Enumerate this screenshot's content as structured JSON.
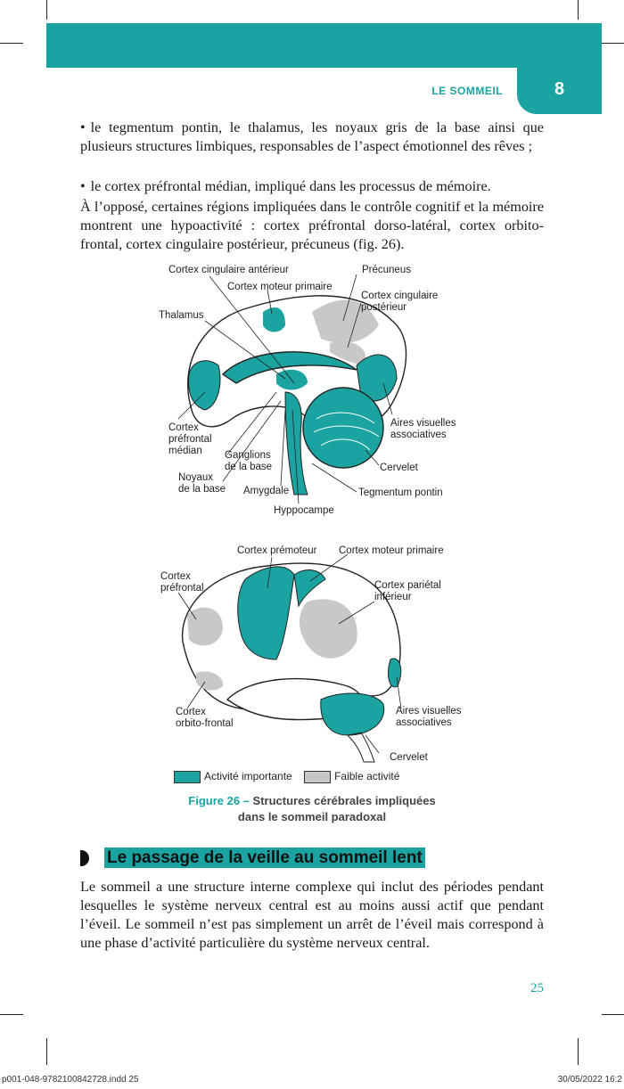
{
  "header": {
    "running_title": "LE SOMMEIL",
    "chapter_number": "8"
  },
  "body": {
    "bullet1": "le tegmentum pontin, le thalamus, les noyaux gris de la base ainsi que plusieurs structures limbiques, responsables de l’aspect émotionnel des rêves ;",
    "bullet2": "le cortex préfrontal médian, impliqué dans les processus de mémoire.",
    "paragraph1": "À l’opposé, certaines régions impliquées dans le contrôle cognitif et la mémoire montrent une hypoactivité : cortex préfrontal dorso-latéral, cortex orbito-frontal, cortex cingulaire postérieur, précuneus (fig. 26).",
    "bullet_symbol": "•"
  },
  "figure": {
    "medial_labels": {
      "cortex_cingulaire_anterieur": "Cortex cingulaire antérieur",
      "precuneus": "Précuneus",
      "cortex_moteur_primaire": "Cortex moteur primaire",
      "cortex_cingulaire_posterieur_1": "Cortex cingulaire",
      "cortex_cingulaire_posterieur_2": "postérieur",
      "thalamus": "Thalamus",
      "cortex_prefrontal_median_1": "Cortex",
      "cortex_prefrontal_median_2": "préfrontal",
      "cortex_prefrontal_median_3": "médian",
      "aires_visuelles_1": "Aires visuelles",
      "aires_visuelles_2": "associatives",
      "ganglions_1": "Ganglions",
      "ganglions_2": "de la base",
      "cervelet": "Cervelet",
      "noyaux_1": "Noyaux",
      "noyaux_2": "de la base",
      "amygdale": "Amygdale",
      "tegmentum": "Tegmentum pontin",
      "hyppocampe": "Hyppocampe"
    },
    "lateral_labels": {
      "cortex_premoteur": "Cortex prémoteur",
      "cortex_moteur_primaire": "Cortex moteur primaire",
      "cortex_prefrontal_1": "Cortex",
      "cortex_prefrontal_2": "préfrontal",
      "cortex_parietal_1": "Cortex pariétal",
      "cortex_parietal_2": "inférieur",
      "cortex_orbito_1": "Cortex",
      "cortex_orbito_2": "orbito-frontal",
      "aires_visuelles_1": "Aires visuelles",
      "aires_visuelles_2": "associatives",
      "cervelet": "Cervelet"
    },
    "legend": {
      "high": "Activité importante",
      "low": "Faible activité"
    },
    "caption_number": "Figure 26 –",
    "caption_line1": " Structures cérébrales impliquées",
    "caption_line2": "dans le sommeil paradoxal",
    "colors": {
      "high": "#1aa3a0",
      "low": "#c8c8c8",
      "outline": "#222222"
    }
  },
  "section": {
    "title": "Le passage de la veille au sommeil lent",
    "paragraph": "Le sommeil a une structure interne complexe qui inclut des périodes pendant lesquelles le système nerveux central est au moins aussi actif que pendant l’éveil. Le sommeil n’est pas simplement un arrêt de l’éveil mais correspond à une phase d’activité particulière du système nerveux central."
  },
  "footer": {
    "page_number": "25",
    "slug_file": "p001-048-9782100842728.indd   25",
    "slug_date": "30/05/2022   16:2"
  }
}
